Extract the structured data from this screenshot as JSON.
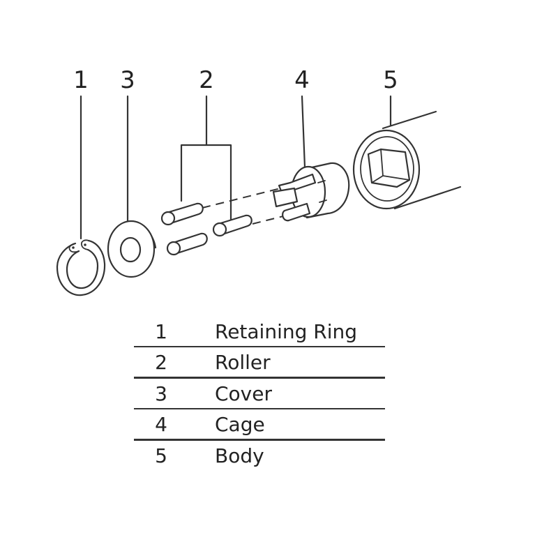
{
  "callouts": {
    "c1": "1",
    "c2": "2",
    "c3": "3",
    "c4": "4",
    "c5": "5"
  },
  "parts": [
    {
      "number": "1",
      "name": "Retaining Ring"
    },
    {
      "number": "2",
      "name": "Roller"
    },
    {
      "number": "3",
      "name": "Cover"
    },
    {
      "number": "4",
      "name": "Cage"
    },
    {
      "number": "5",
      "name": "Body"
    }
  ]
}
